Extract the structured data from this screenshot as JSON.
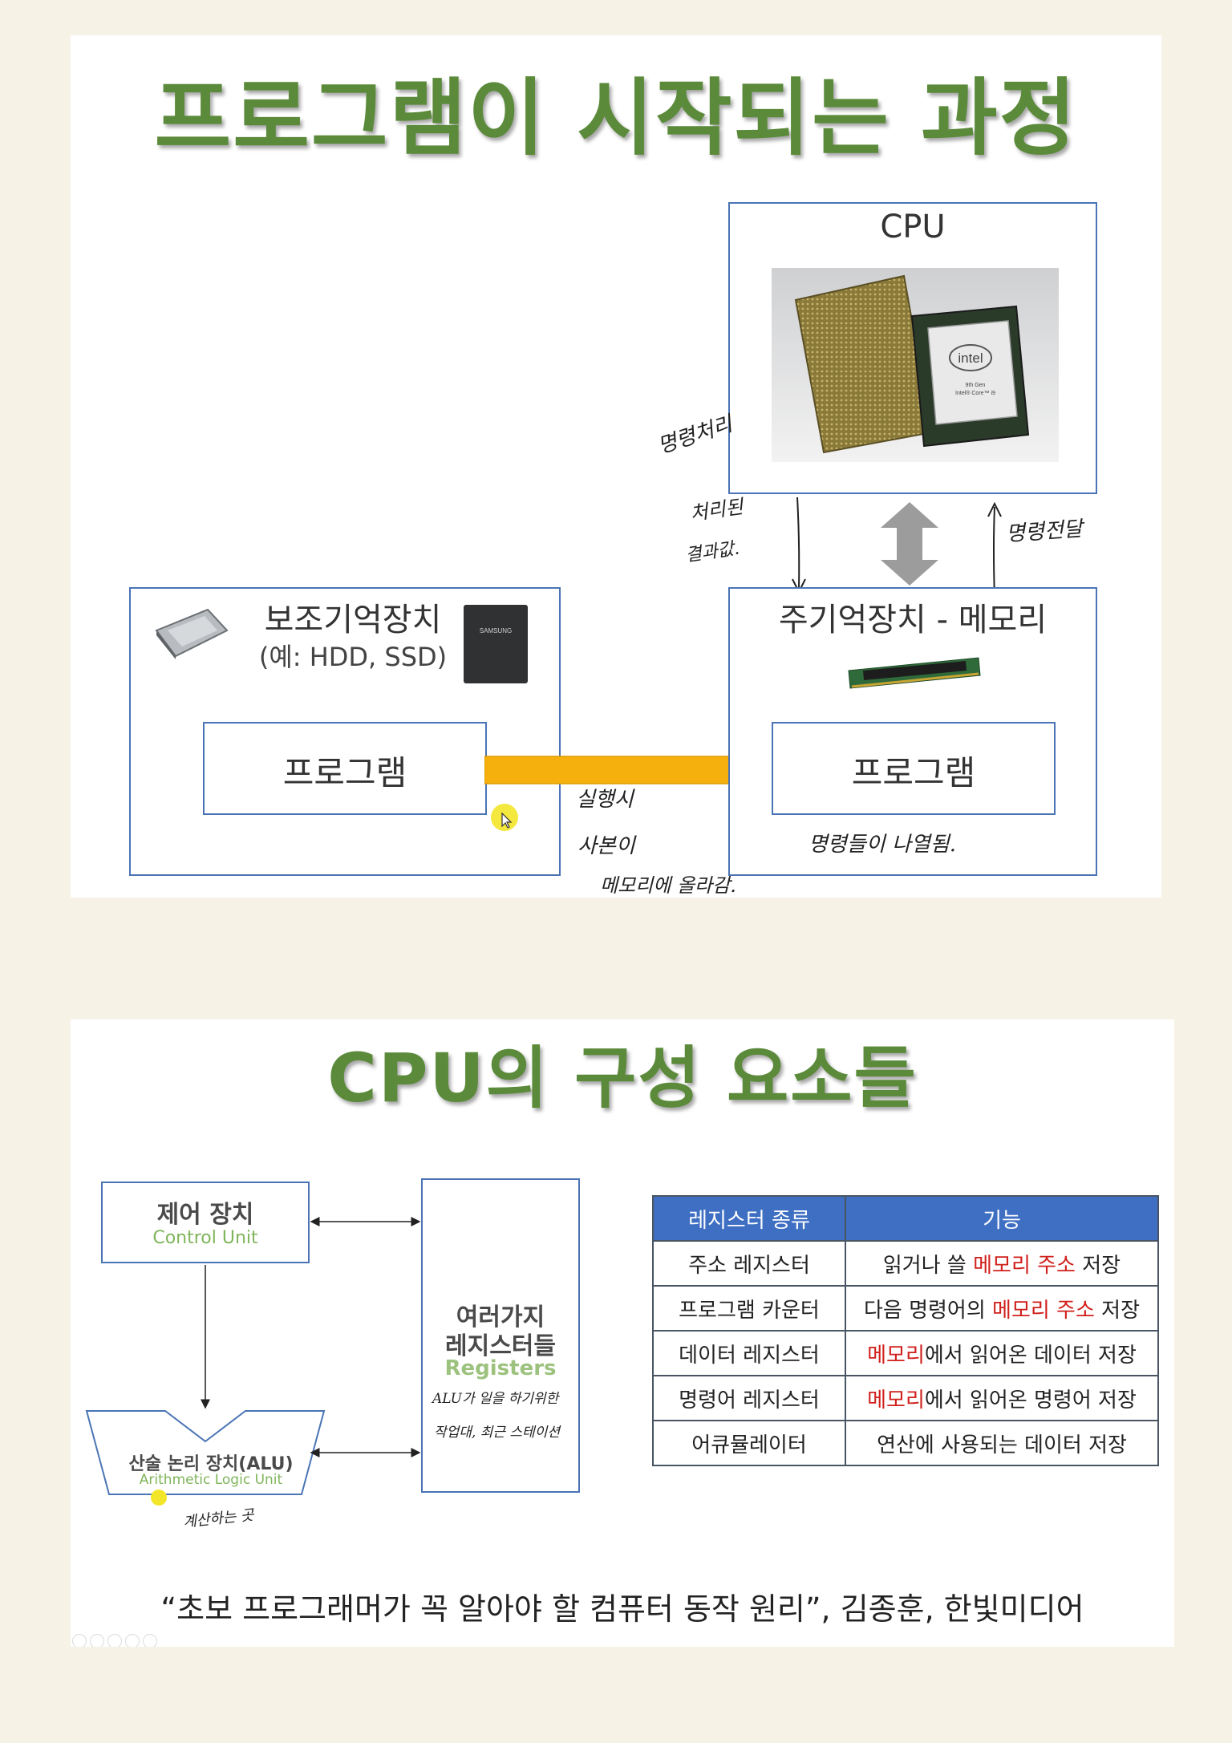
{
  "slide1": {
    "title": "프로그램이 시작되는 과정",
    "cpu": {
      "label": "CPU",
      "chip_brand": "intel",
      "chip_text": "9th Gen\nIntel® Core™ i9"
    },
    "secondary_storage": {
      "label": "보조기억장치",
      "sublabel": "(예: HDD, SSD)",
      "program_label": "프로그램",
      "ssd_brand": "SAMSUNG"
    },
    "main_memory": {
      "label": "주기억장치 - 메모리",
      "program_label": "프로그램"
    },
    "notes": {
      "instruction_process": "명령처리",
      "processed_result_1": "처리된",
      "processed_result_2": "결과값.",
      "instruction_deliver": "명령전달",
      "on_run_1": "실행시",
      "on_run_2": "사본이",
      "on_run_3": "메모리에 올라감.",
      "instructions_stored": "명령들이 나열됨."
    }
  },
  "slide2": {
    "title": "CPU의 구성 요소들",
    "control_unit": {
      "label_ko": "제어 장치",
      "label_en": "Control Unit"
    },
    "registers": {
      "label_ko_1": "여러가지",
      "label_ko_2": "레지스터들",
      "label_en": "Registers"
    },
    "alu": {
      "label_ko": "산술 논리 장치(ALU)",
      "label_en": "Arithmetic Logic Unit"
    },
    "notes": {
      "alu_note": "계산하는 곳",
      "registers_note_1": "ALU가 일을 하기위한",
      "registers_note_2": "작업대, 최근 스테이션"
    },
    "table": {
      "headers": [
        "레지스터 종류",
        "기능"
      ],
      "rows": [
        {
          "name": "주소 레지스터",
          "pre": "읽거나 쓸 ",
          "hl": "메모리 주소",
          "post": " 저장"
        },
        {
          "name": "프로그램 카운터",
          "pre": "다음 명령어의 ",
          "hl": "메모리 주소",
          "post": " 저장"
        },
        {
          "name": "데이터 레지스터",
          "pre": "",
          "hl": "메모리",
          "post": "에서 읽어온 데이터 저장"
        },
        {
          "name": "명령어 레지스터",
          "pre": "",
          "hl": "메모리",
          "post": "에서 읽어온 명령어 저장"
        },
        {
          "name": "어큐뮬레이터",
          "pre": "",
          "hl": "",
          "post": "연산에 사용되는 데이터 저장"
        }
      ]
    },
    "citation": "“초보 프로그래머가 꼭 알아야 할 컴퓨터 동작 원리”, 김종훈, 한빛미디어"
  },
  "colors": {
    "title_green": "#5a8a3a",
    "box_blue": "#4a74b5",
    "arrow_orange": "#f5b00e",
    "header_blue": "#3f6fc3",
    "highlight_red": "#d0201c"
  }
}
